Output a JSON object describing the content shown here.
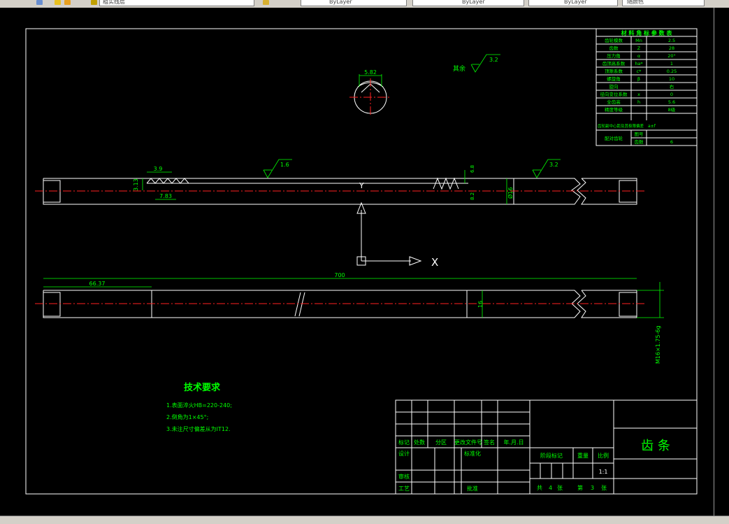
{
  "toolbar": {
    "layer_label": "粗实线层",
    "color_label": "ByLayer",
    "linetype_label": "ByLayer",
    "lineweight_label": "ByLayer",
    "plotstyle_label": "随颜色"
  },
  "colors": {
    "background": "#000000",
    "outline": "#ffffff",
    "center_line": "#ff2020",
    "annotation": "#00ff00"
  },
  "param_table": {
    "title": "材 料 角 标 参 数 表",
    "rows": [
      {
        "name": "齿轮模数",
        "sym": "Mn",
        "val": "2.5"
      },
      {
        "name": "齿数",
        "sym": "Z",
        "val": "28"
      },
      {
        "name": "压力角",
        "sym": "α",
        "val": "20°"
      },
      {
        "name": "齿顶高系数",
        "sym": "ha*",
        "val": "1"
      },
      {
        "name": "顶隙系数",
        "sym": "c*",
        "val": "0.25"
      },
      {
        "name": "螺旋角",
        "sym": "β",
        "val": "10"
      },
      {
        "name": "旋向",
        "sym": "",
        "val": "右"
      },
      {
        "name": "径向变位系数",
        "sym": "x",
        "val": "0"
      },
      {
        "name": "全齿高",
        "sym": "h",
        "val": "5.6"
      },
      {
        "name": "精度等级",
        "sym": "",
        "val": "8级"
      },
      {
        "name": "齿轮副中心距及其极限偏差",
        "sym": "a±f",
        "val": ""
      }
    ],
    "mate_label": "配对齿轮",
    "mate_rows": [
      {
        "name": "图号",
        "val": ""
      },
      {
        "name": "齿数",
        "val": "6"
      }
    ]
  },
  "surface": {
    "rest_label": "其余",
    "rest_value": "3.2",
    "teeth_value": "1.6",
    "right_value": "3.2"
  },
  "section": {
    "width_dim": "5.82"
  },
  "front_view": {
    "dim_pitch": "3.9",
    "dim_height": "3.13",
    "dim_span": "7.83",
    "dim_right_top": "6.8",
    "dim_right_mid": "8.2",
    "dim_diameter": "Ø16",
    "ucs_y": "Y",
    "ucs_x": "X"
  },
  "bottom_view": {
    "dim_total": "700",
    "dim_left": "66.37",
    "dim_dia": "16",
    "dim_thread": "M16×1.75-6g"
  },
  "tech_req": {
    "title": "技术要求",
    "items": [
      "1.表面淬火HB=220-240;",
      "2.倒角为1×45°;",
      "3.未注尺寸偏差从为IT12."
    ]
  },
  "title_block": {
    "part_name": "齿 条",
    "mark": "标记",
    "count": "处数",
    "zone": "分区",
    "doc_no": "更改文件号",
    "sign": "签名",
    "date": "年.月.日",
    "design": "设计",
    "standard": "标准化",
    "stage_mark": "阶段标记",
    "weight": "重量",
    "scale": "比例",
    "scale_val": "1:1",
    "review": "审核",
    "process": "工艺",
    "approve": "批准",
    "total": "共",
    "total_val": "4",
    "sheet": "张",
    "page": "第",
    "page_val": "3",
    "page_unit": "张"
  }
}
